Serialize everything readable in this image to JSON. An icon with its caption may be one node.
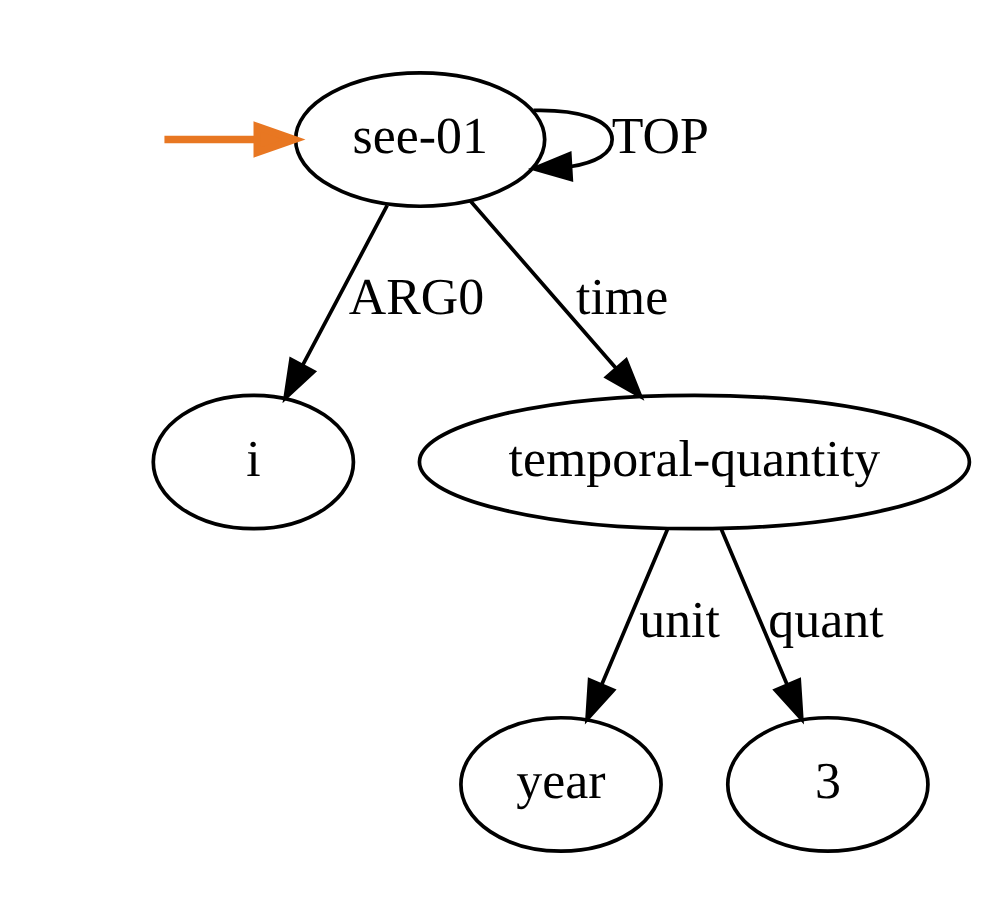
{
  "diagram": {
    "nodes": [
      {
        "text": [
          "see-01"
        ]
      },
      {
        "text": [
          "i"
        ]
      },
      {
        "text": [
          "temporal-quantity"
        ]
      },
      {
        "text": [
          "year"
        ]
      },
      {
        "text": [
          "3"
        ]
      }
    ],
    "edges": [
      {
        "from": null,
        "to": 0,
        "arrow": "to",
        "color": "#e87722",
        "style": "thick"
      },
      {
        "from": 0,
        "to": 0,
        "arrow": "to",
        "label": "TOP"
      },
      {
        "from": 0,
        "to": 1,
        "arrow": "to",
        "label": "ARG0"
      },
      {
        "from": 0,
        "to": 2,
        "arrow": "to",
        "label": "time"
      },
      {
        "from": 2,
        "to": 3,
        "arrow": "to",
        "label": "unit"
      },
      {
        "from": 2,
        "to": 4,
        "arrow": "to",
        "label": "quant"
      }
    ]
  }
}
